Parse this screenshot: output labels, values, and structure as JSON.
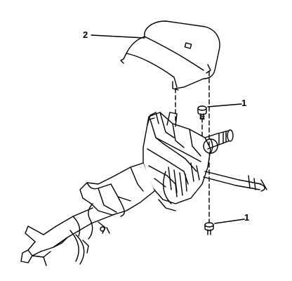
{
  "diagram": {
    "callouts": [
      {
        "id": "cover",
        "label": "2"
      },
      {
        "id": "screw-top",
        "label": "1"
      },
      {
        "id": "screw-bottom",
        "label": "1"
      }
    ],
    "colors": {
      "ink": "#000000",
      "paper": "#ffffff"
    }
  }
}
